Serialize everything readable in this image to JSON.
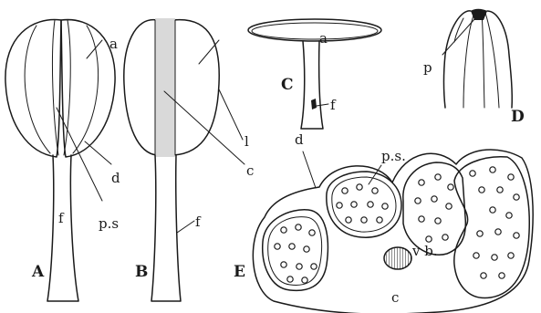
{
  "panels": {
    "A": {
      "letter": "A",
      "labels": {
        "anther": "a",
        "dehiscence": "d",
        "pollen_sac": "p.s",
        "filament": "f"
      }
    },
    "B": {
      "letter": "B",
      "labels": {
        "lobe": "l",
        "connective": "c",
        "filament": "f"
      }
    },
    "C": {
      "letter": "C",
      "labels": {
        "anther": "a",
        "filament": "f"
      }
    },
    "D": {
      "letter": "D",
      "labels": {
        "pore": "p"
      }
    },
    "E": {
      "letter": "E",
      "labels": {
        "dehiscence": "d",
        "pollen_sac": "p.s.",
        "vascular_bundle": "v b.",
        "connective": "c"
      }
    }
  }
}
